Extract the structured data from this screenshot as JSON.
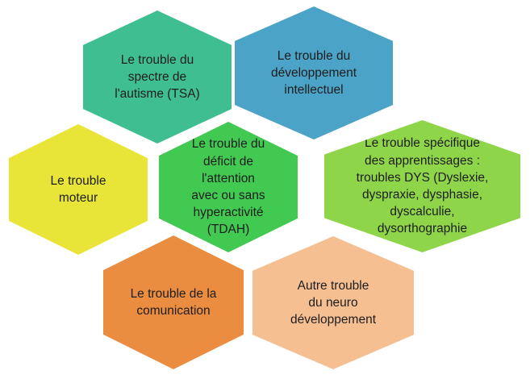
{
  "diagram": {
    "type": "honeycomb-hexagon-diagram",
    "background": "#ffffff",
    "text_color": "#1d1d1d",
    "hexagons": [
      {
        "id": "tsa",
        "label": "Le trouble du\nspectre de\nl'autisme (TSA)",
        "color": "#3fbe92"
      },
      {
        "id": "developpement-intellectuel",
        "label": "Le trouble du\ndéveloppement\nintellectuel",
        "color": "#4ba3c7"
      },
      {
        "id": "moteur",
        "label": "Le trouble\nmoteur",
        "color": "#e9e438"
      },
      {
        "id": "tdah",
        "label": "Le trouble du\ndéficit de\nl'attention\navec ou sans\nhyperactivité\n(TDAH)",
        "color": "#41c952"
      },
      {
        "id": "dys",
        "label": "Le trouble spécifique\ndes apprentissages :\ntroubles DYS (Dyslexie,\ndyspraxie, dysphasie,\ndyscalculie,\ndysorthographie",
        "color": "#8fd54a"
      },
      {
        "id": "communication",
        "label": "Le trouble de la\ncomunication",
        "color": "#eb8d41"
      },
      {
        "id": "autre-trouble",
        "label": "Autre trouble\ndu neuro\ndéveloppement",
        "color": "#f5bf92"
      }
    ]
  }
}
